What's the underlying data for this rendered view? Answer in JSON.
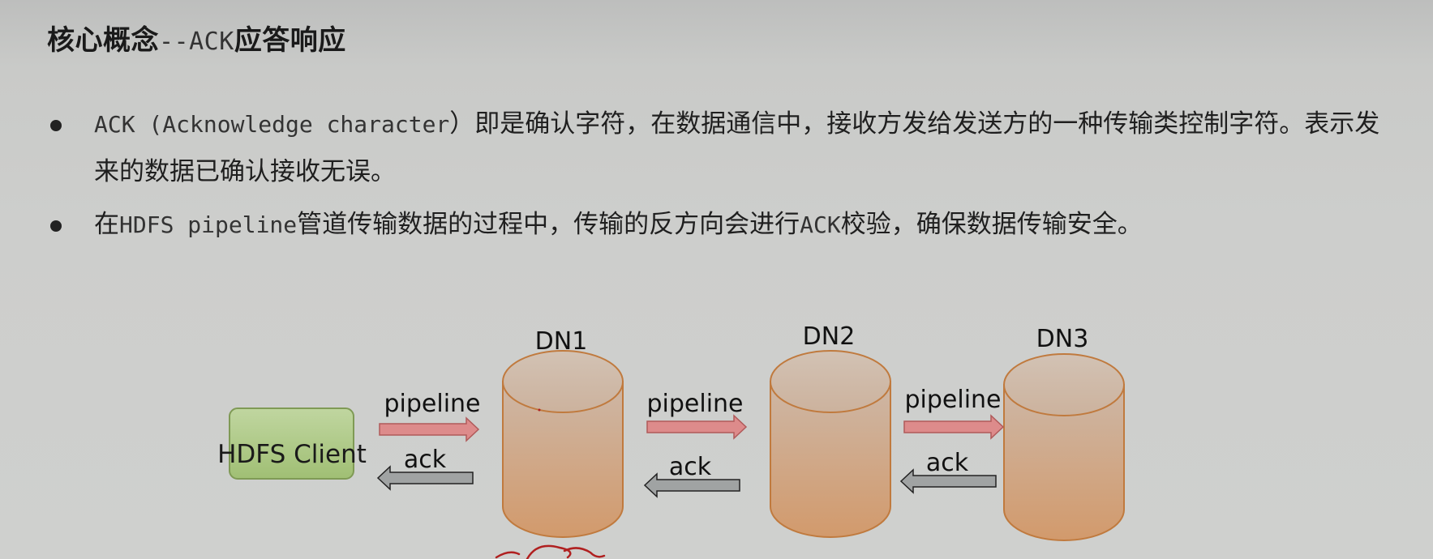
{
  "title": {
    "part1": "核心概念",
    "part2": "--ACK",
    "part3": "应答响应"
  },
  "bullets": [
    {
      "seg1": "ACK (Acknowledge character",
      "seg2": "）即是确认字符，在数据通信中，接收方发给发送方的一种传输类控制字符。表示发",
      "line2": "来的数据已确认接收无误。"
    },
    {
      "seg1": "在",
      "seg2": "HDFS pipeline",
      "seg3": "管道传输数据的过程中，传输的反方向会进行",
      "seg4": "ACK",
      "seg5": "校验，确保数据传输安全。"
    }
  ],
  "diagram": {
    "client_label": "HDFS Client",
    "nodes": [
      "DN1",
      "DN2",
      "DN3"
    ],
    "forward_label": "pipeline",
    "backward_label": "ack",
    "colors": {
      "client_fill": "#a8c47a",
      "node_fill": "#d6a077",
      "forward_arrow": "#dd8b8b",
      "backward_arrow": "#a0a3a3"
    }
  }
}
